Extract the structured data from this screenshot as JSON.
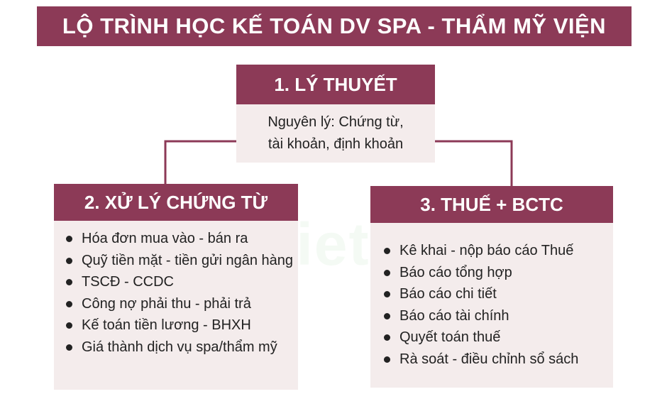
{
  "title": "LỘ TRÌNH HỌC KẾ TOÁN DV SPA - THẨM MỸ VIỆN",
  "watermark": "ketoanvietHung",
  "colors": {
    "header": "#8c3a57",
    "body": "#f4ecec",
    "text": "#222222"
  },
  "steps": [
    {
      "heading": "1. LÝ THUYẾT",
      "lines": [
        "Nguyên lý: Chứng từ,",
        "tài khoản, định khoản"
      ]
    },
    {
      "heading": "2. XỬ LÝ CHỨNG TỪ",
      "items": [
        "Hóa đơn mua vào - bán ra",
        "Quỹ tiền mặt - tiền gửi ngân hàng",
        "TSCĐ - CCDC",
        "Công nợ phải thu - phải trả",
        "Kế toán tiền lương - BHXH",
        "Giá thành dịch vụ spa/thẩm mỹ"
      ]
    },
    {
      "heading": "3. THUẾ + BCTC",
      "items": [
        "Kê khai - nộp báo cáo Thuế",
        "Báo cáo tổng hợp",
        "Báo cáo chi tiết",
        "Báo cáo tài chính",
        "Quyết toán thuế",
        "Rà soát  - điều chỉnh sổ sách"
      ]
    }
  ]
}
